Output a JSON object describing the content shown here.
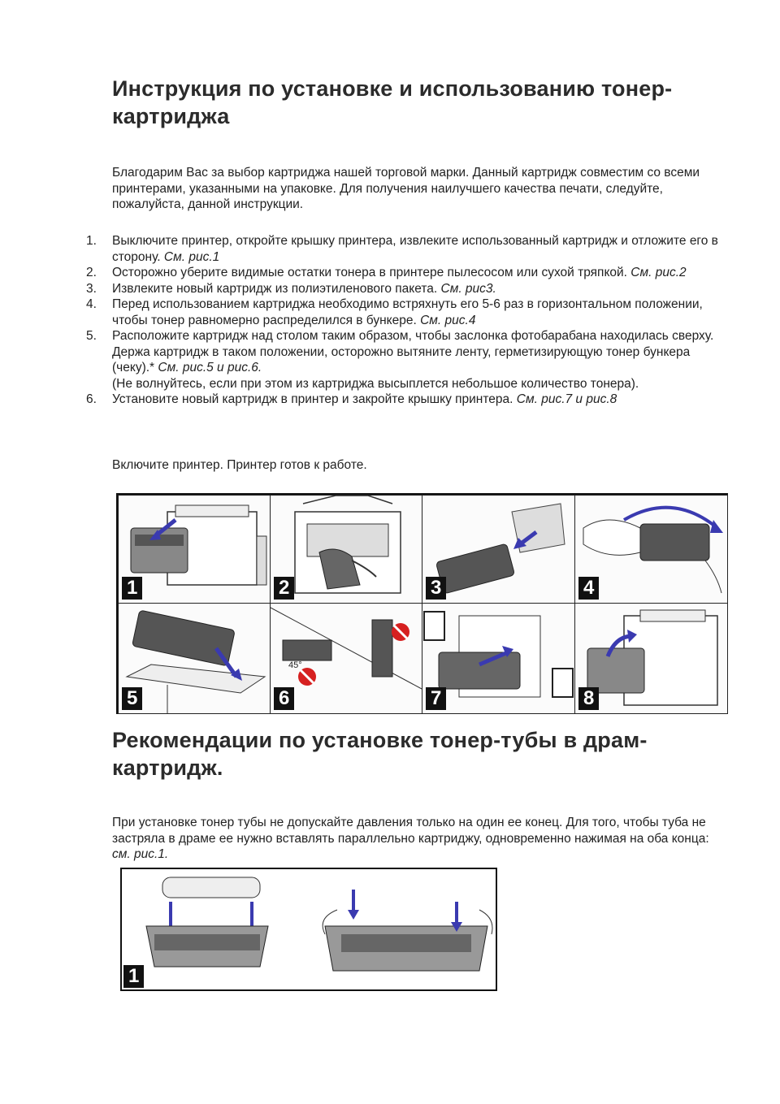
{
  "title1": "Инструкция по установке и использованию тонер-картриджа",
  "intro": "Благодарим Вас за выбор картриджа нашей торговой марки. Данный картридж совместим со всеми принтерами, указанными на упаковке. Для получения наилучшего качества печати, следуйте, пожалуйста, данной инструкции.",
  "steps": [
    {
      "num": "1.",
      "text": "Выключите принтер, откройте крышку принтера, извлеките использованный картридж и отложите его в сторону.",
      "ref": "См. рис.1"
    },
    {
      "num": "2.",
      "text": "Осторожно уберите видимые остатки тонера в принтере пылесосом или сухой тряпкой.",
      "ref": "См. рис.2"
    },
    {
      "num": "3.",
      "text": "Извлеките новый картридж из полиэтиленового пакета.",
      "ref": "См. рис3."
    },
    {
      "num": "4.",
      "text": "Перед использованием картриджа необходимо встряхнуть его 5-6 раз в горизонтальном положении, чтобы тонер равномерно распределился в бункере.",
      "ref": "См. рис.4"
    },
    {
      "num": "5.",
      "text": "Расположите картридж над столом таким образом, чтобы заслонка фотобарабана находилась сверху. Держа картридж в таком положении, осторожно вытяните ленту, герметизирующую тонер бункера (чеку).*",
      "ref": "См. рис.5 и рис.6.",
      "note": "(Не волнуйтесь, если при этом из картриджа высыплется небольшое количество тонера)."
    },
    {
      "num": "6.",
      "text": "Установите новый картридж в принтер и закройте крышку принтера.",
      "ref": "См. рис.7 и рис.8"
    }
  ],
  "ready_text": "Включите принтер. Принтер готов к работе.",
  "figure_labels": [
    "1",
    "2",
    "3",
    "4",
    "5",
    "6",
    "7",
    "8"
  ],
  "fig6_angle": "45°",
  "title2": "Рекомендации по установке тонер-тубы в драм-картридж.",
  "tube_text": "При установке тонер тубы не допускайте давления только на один ее конец. Для того, чтобы туба не застряла в драме ее нужно вставлять параллельно картриджу, одновременно нажимая на оба конца:",
  "tube_ref": "см. рис.1.",
  "fig2_label": "1",
  "colors": {
    "arrow": "#3a3ab0",
    "prohibit": "#d62020",
    "line": "#333333"
  }
}
